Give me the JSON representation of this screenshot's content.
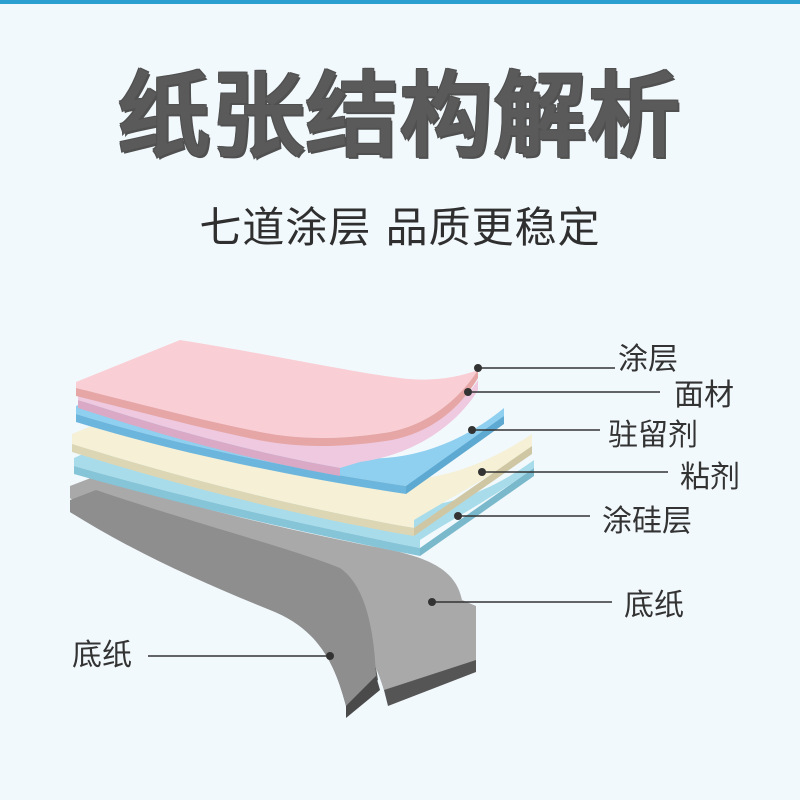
{
  "title": "纸张结构解析",
  "subtitle": "七道涂层 品质更稳定",
  "layers": [
    {
      "label": "涂层",
      "color": "#f9cfd5"
    },
    {
      "label": "面材",
      "color": "#eec9e0"
    },
    {
      "label": "驻留剂",
      "color": "#8fcfef"
    },
    {
      "label": "粘剂",
      "color": "#f5f0d6"
    },
    {
      "label": "涂硅层",
      "color": "#a8dcea"
    },
    {
      "label": "底纸",
      "color": "#a7a7a7"
    }
  ],
  "left_label": "底纸"
}
